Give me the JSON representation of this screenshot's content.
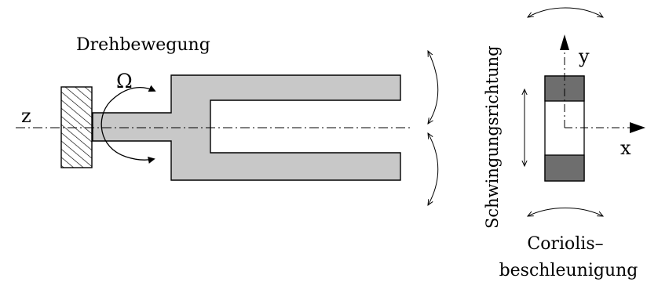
{
  "labels": {
    "rotation": "Drehbewegung",
    "omega": "Ω",
    "z_axis": "z",
    "oscillation": "Schwingungsrichtung",
    "y_axis": "y",
    "x_axis": "x",
    "coriolis_line1": "Coriolis–",
    "coriolis_line2": "beschleunigung"
  },
  "colors": {
    "fork_fill": "#c8c8c8",
    "mass_fill": "#6e6e6e",
    "stroke": "#000000"
  }
}
